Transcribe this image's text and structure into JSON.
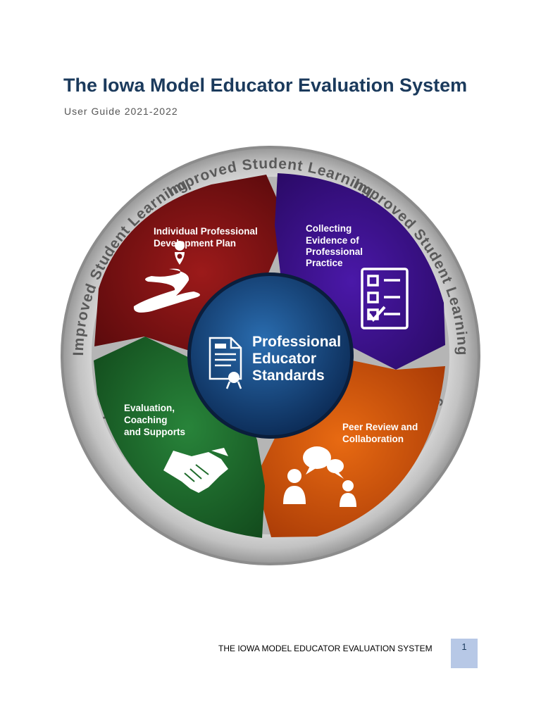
{
  "document": {
    "title": "The Iowa Model Educator Evaluation System",
    "subtitle": "User Guide 2021-2022"
  },
  "diagram": {
    "ring_label": "Improved Student Learning",
    "center": {
      "lines": [
        "Professional",
        "Educator",
        "Standards"
      ],
      "icon": "certificate-icon"
    },
    "segments": [
      {
        "lines": [
          "Individual Professional",
          "Development Plan"
        ],
        "icon": "path-pin-icon",
        "color": "#7a1012"
      },
      {
        "lines": [
          "Collecting",
          "Evidence of",
          "Professional",
          "Practice"
        ],
        "icon": "checklist-icon",
        "color": "#3a0f86"
      },
      {
        "lines": [
          "Peer Review and",
          "Collaboration"
        ],
        "icon": "discussion-icon",
        "color": "#d0510a"
      },
      {
        "lines": [
          "Evaluation,",
          "Coaching",
          "and Supports"
        ],
        "icon": "handshake-icon",
        "color": "#1e6b2a"
      }
    ]
  },
  "footer": {
    "text": "THE IOWA MODEL EDUCATOR EVALUATION SYSTEM",
    "page_number": "1"
  }
}
